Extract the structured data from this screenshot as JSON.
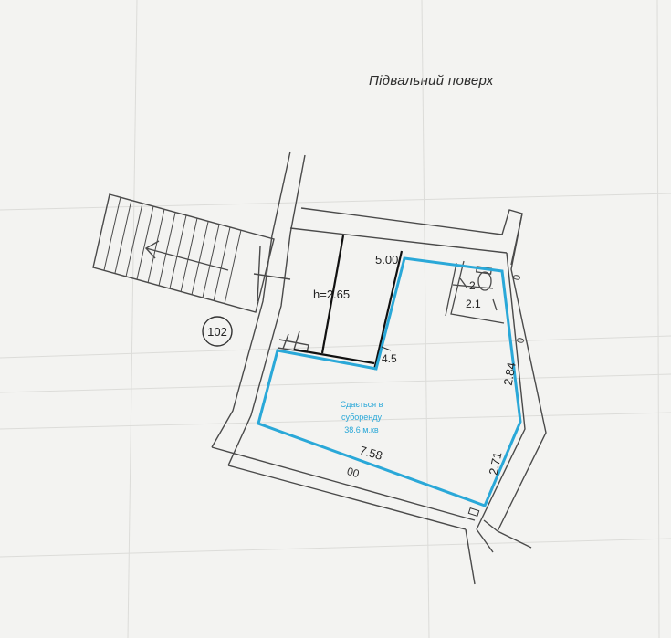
{
  "title": "Підвальний поверх",
  "room_number": "102",
  "height_label": "h=2.65",
  "dimensions": {
    "top": "5.00",
    "bottom": "7.58",
    "right_upper": "2.84",
    "right_lower": "2.71",
    "notch": "4.5",
    "wc_number": "2",
    "wc_area": "2.1"
  },
  "wall_marks": {
    "right_top": "0",
    "right_mid": "0",
    "bottom_left": "00"
  },
  "highlight": {
    "line1": "Сдається в",
    "line2": "суборенду",
    "line3": "38.6 м.кв",
    "color": "#2aa8d8"
  }
}
